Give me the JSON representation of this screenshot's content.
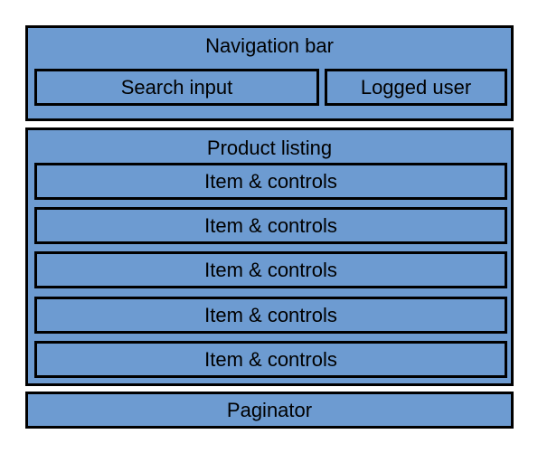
{
  "colors": {
    "box_fill": "#6d9bd1",
    "border": "#000000",
    "background": "#ffffff"
  },
  "navigation_bar": {
    "title": "Navigation bar",
    "search_input": "Search input",
    "logged_user": "Logged user"
  },
  "product_listing": {
    "title": "Product listing",
    "items": [
      "Item & controls",
      "Item & controls",
      "Item & controls",
      "Item & controls",
      "Item & controls"
    ]
  },
  "paginator": {
    "label": "Paginator"
  }
}
